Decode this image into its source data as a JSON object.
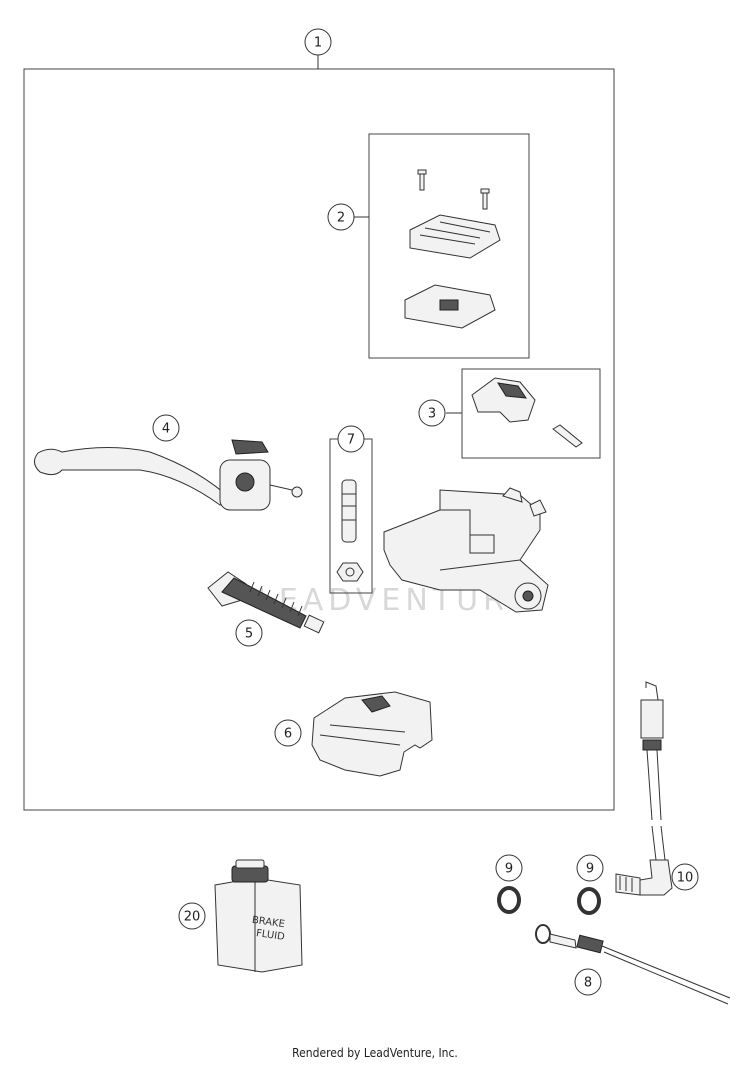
{
  "callouts": [
    {
      "id": "c1",
      "label": "1"
    },
    {
      "id": "c2",
      "label": "2"
    },
    {
      "id": "c3",
      "label": "3"
    },
    {
      "id": "c4",
      "label": "4"
    },
    {
      "id": "c5",
      "label": "5"
    },
    {
      "id": "c6",
      "label": "6"
    },
    {
      "id": "c7",
      "label": "7"
    },
    {
      "id": "c8",
      "label": "8"
    },
    {
      "id": "c9a",
      "label": "9"
    },
    {
      "id": "c9b",
      "label": "9"
    },
    {
      "id": "c10",
      "label": "10"
    },
    {
      "id": "c20",
      "label": "20"
    }
  ],
  "bottle_label": {
    "line1": "BRAKE",
    "line2": "FLUID"
  },
  "watermark": "LEADVENTURE",
  "footer": "Rendered by LeadVenture, Inc."
}
